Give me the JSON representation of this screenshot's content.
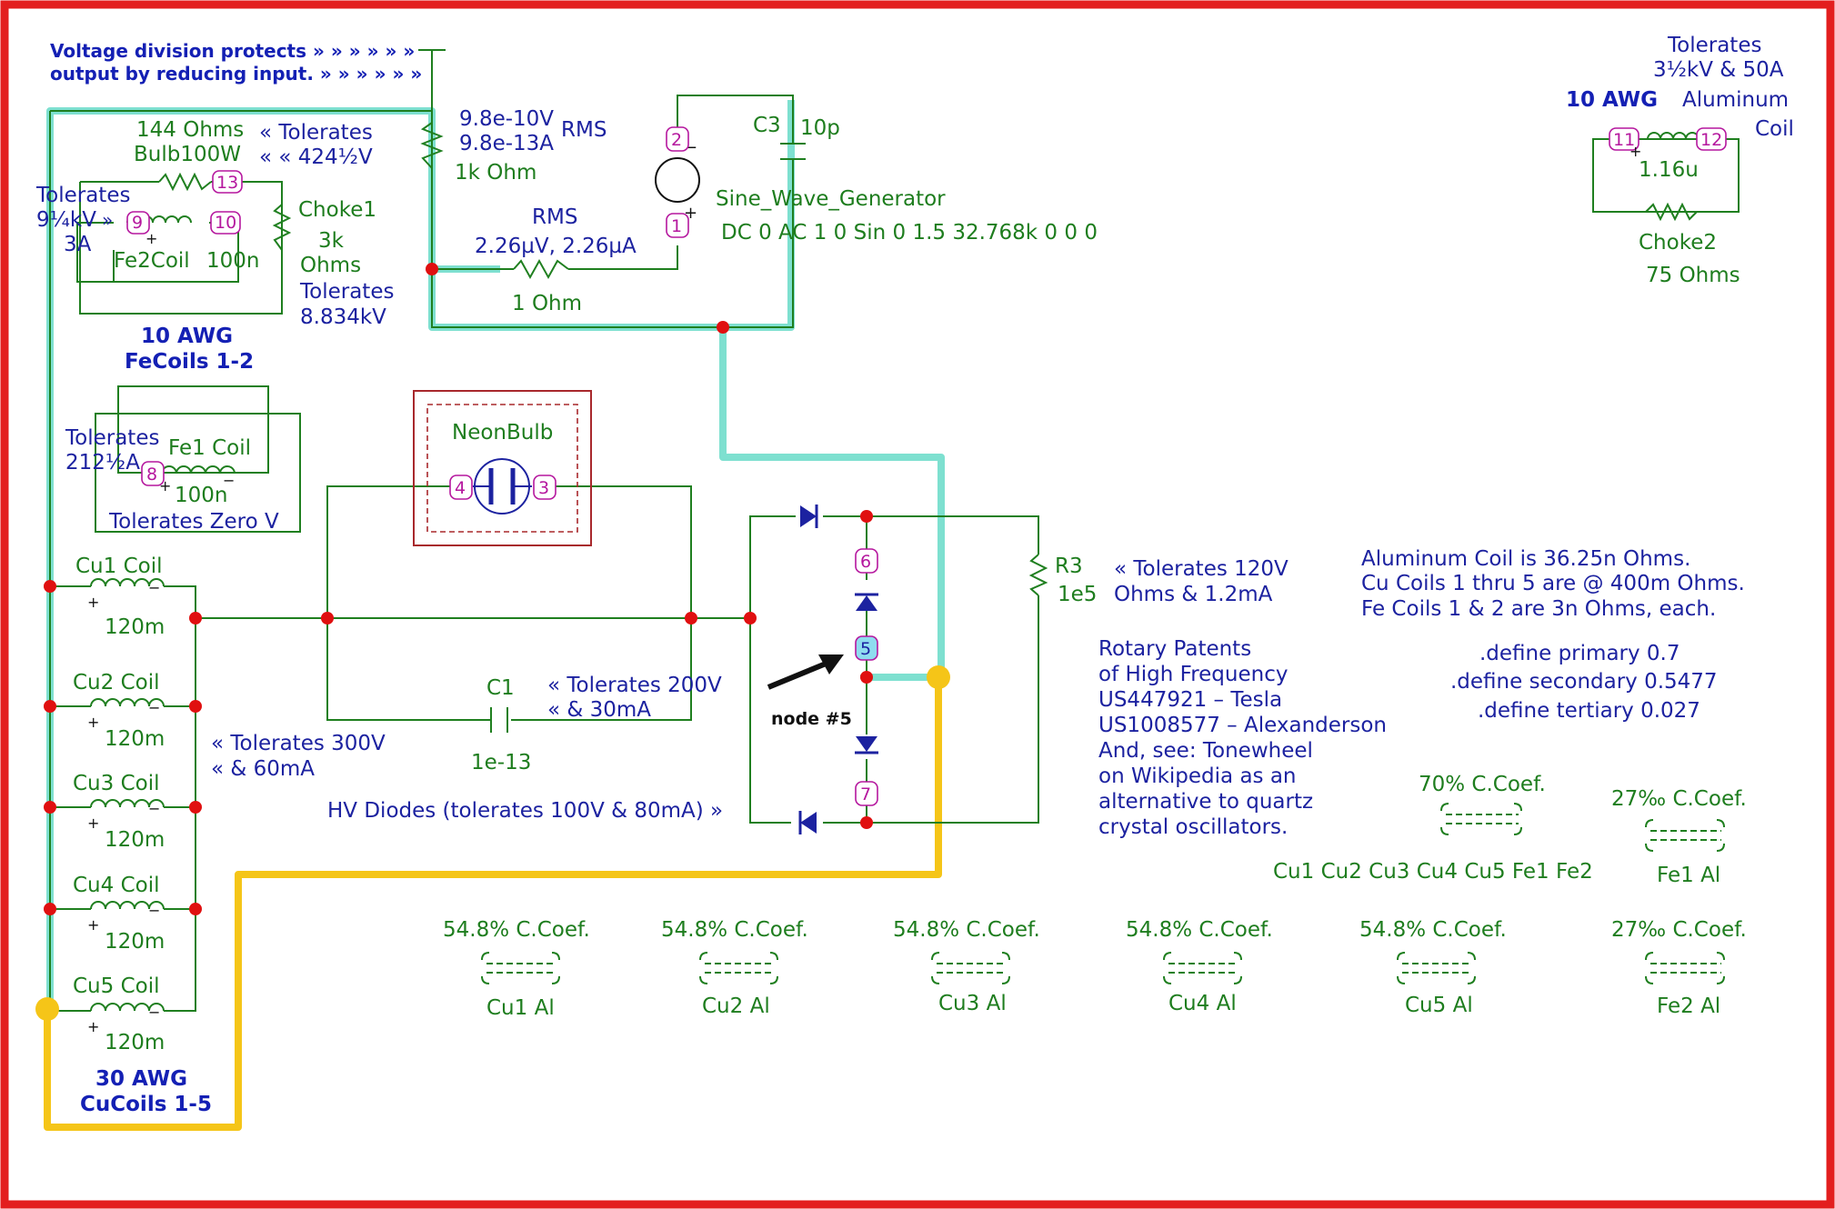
{
  "notes": {
    "voltage_division_1": "Voltage division protects » » » » » »",
    "voltage_division_2": "output by reducing input. » » » » » »",
    "aluminum_coil_info": "Aluminum Coil is 36.25n Ohms.",
    "cu_coils_info": "Cu Coils 1 thru 5 are @ 400m Ohms.",
    "fe_coils_info": "Fe Coils 1 & 2 are 3n Ohms, each.",
    "define_primary": ".define primary 0.7",
    "define_secondary": ".define secondary 0.5477",
    "define_tertiary": ".define tertiary 0.027",
    "rotary_1": "Rotary Patents",
    "rotary_2": "of High Frequency",
    "rotary_3": "US447921 – Tesla",
    "rotary_4": "US1008577 – Alexanderson",
    "rotary_5": "And, see: Tonewheel",
    "rotary_6": "on Wikipedia as an",
    "rotary_7": "alternative to quartz",
    "rotary_8": "crystal oscillators.",
    "hv_diodes": "HV Diodes (tolerates 100V & 80mA) »",
    "node5_label": "node #5"
  },
  "top_left": {
    "ohms_144": "144 Ohms",
    "bulb100w": "Bulb100W",
    "tolerates_424_1": "« Tolerates",
    "tolerates_424_2": "« « 424½V",
    "tol_9kv_1": "Tolerates",
    "tol_9kv_2": "9¼kV",
    "tol_9kv_3": "3A",
    "fe2coil": "Fe2Coil",
    "fe2_val": "100n",
    "choke1": "Choke1",
    "choke1_val": "3k",
    "choke1_unit": "Ohms",
    "choke1_tol_1": "Tolerates",
    "choke1_tol_2": "8.834kV",
    "awg10_1": "10 AWG",
    "awg10_2": "FeCoils 1-2"
  },
  "resistor_1k": {
    "v_rms": "9.8e-10V",
    "rms_label": "RMS",
    "a_rms": "9.8e-13A",
    "value": "1k Ohm"
  },
  "generator": {
    "name": "Sine_Wave_Generator",
    "spec": "DC 0 AC 1 0 Sin 0 1.5 32.768k 0 0 0",
    "c3_name": "C3",
    "c3_val": "10p",
    "r1_rms": "RMS",
    "r1_values": "2.26µV, 2.26µA",
    "r1_val": "1 Ohm"
  },
  "fe1": {
    "tol_1": "Tolerates",
    "tol_2": "212½A",
    "name": "Fe1 Coil",
    "val": "100n",
    "tol_zero": "Tolerates Zero V"
  },
  "neon": {
    "name": "NeonBulb"
  },
  "c1": {
    "name": "C1",
    "val": "1e-13",
    "tol_1": "« Tolerates 200V",
    "tol_2": "« & 30mA"
  },
  "r3": {
    "name": "R3",
    "val": "1e5",
    "tol_1": "« Tolerates 120V",
    "tol_2": "Ohms    & 1.2mA"
  },
  "cu_coils": [
    {
      "name": "Cu1 Coil",
      "val": "120m"
    },
    {
      "name": "Cu2  Coil",
      "val": "120m"
    },
    {
      "name": "Cu3  Coil",
      "val": "120m"
    },
    {
      "name": "Cu4  Coil",
      "val": "120m"
    },
    {
      "name": "Cu5  Coil",
      "val": "120m"
    }
  ],
  "cu_tol_1": "« Tolerates 300V",
  "cu_tol_2": "« & 60mA",
  "awg30_1": "30 AWG",
  "awg30_2": "CuCoils 1-5",
  "choke2": {
    "tol_1": "Tolerates",
    "tol_2": "3½kV & 50A",
    "awg": "10 AWG",
    "aluminum": "Aluminum",
    "coil": "Coil",
    "val": "1.16u",
    "name": "Choke2",
    "ohms": "75  Ohms"
  },
  "pins": [
    "2",
    "1",
    "13",
    "9",
    "10",
    "11",
    "12",
    "8",
    "4",
    "3",
    "6",
    "5",
    "7"
  ],
  "couplings_top": [
    {
      "pct": "70% C.Coef.",
      "label": "Cu1 Cu2 Cu3 Cu4 Cu5 Fe1 Fe2"
    },
    {
      "pct": "27‰ C.Coef.",
      "label": "Fe1 Al"
    }
  ],
  "couplings_bottom": [
    {
      "pct": "54.8% C.Coef.",
      "label": "Cu1 Al"
    },
    {
      "pct": "54.8% C.Coef.",
      "label": "Cu2 Al"
    },
    {
      "pct": "54.8% C.Coef.",
      "label": "Cu3 Al"
    },
    {
      "pct": "54.8% C.Coef.",
      "label": "Cu4 Al"
    },
    {
      "pct": "54.8% C.Coef.",
      "label": "Cu5 Al"
    },
    {
      "pct": "27‰ C.Coef.",
      "label": "Fe2 Al"
    }
  ],
  "colors": {
    "wire": "#1f7f1f",
    "highlight": "#7ee0d0",
    "yellow_path": "#f5c518",
    "border": "#e31e1e",
    "node_dot": "#e01010",
    "pin": "#b5179e"
  }
}
